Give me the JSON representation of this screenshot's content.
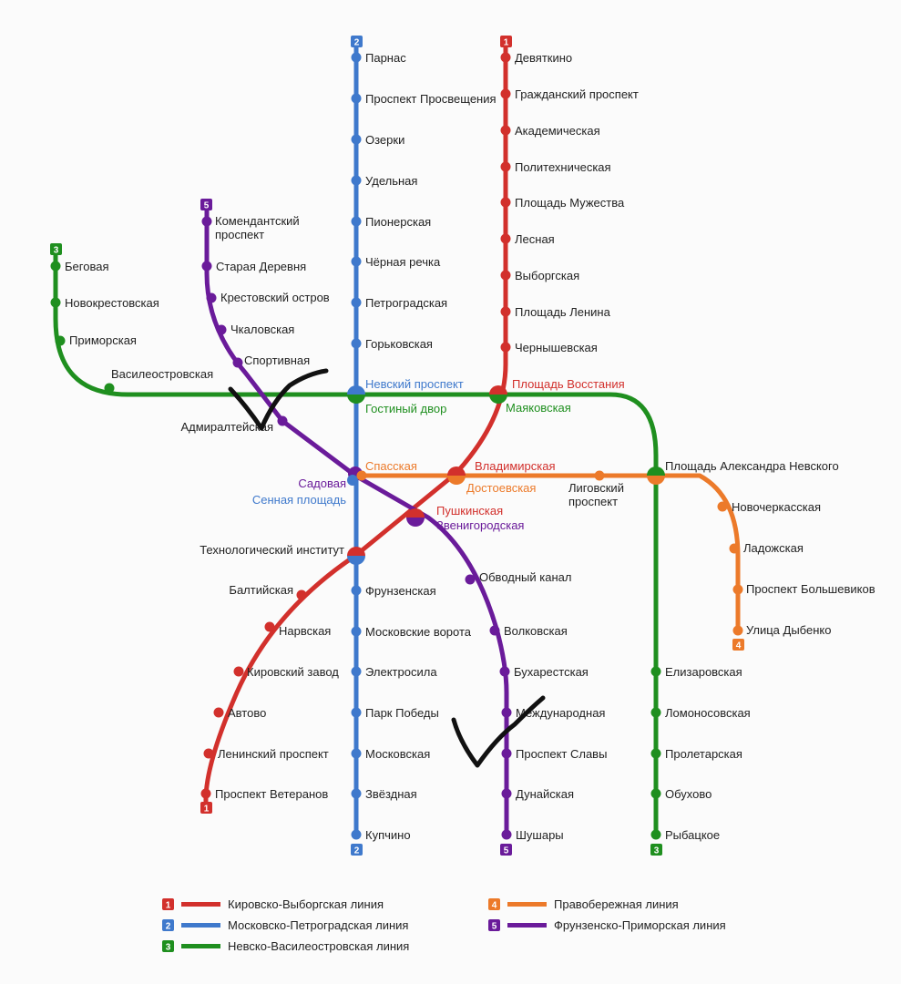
{
  "colors": {
    "line1": "#d2302c",
    "line2": "#3f79cc",
    "line3": "#1f8f1f",
    "line4": "#ec7a2a",
    "line5": "#6a1b9a"
  },
  "line_numbers": {
    "l1": "1",
    "l2": "2",
    "l3": "3",
    "l4": "4",
    "l5": "5"
  },
  "stations": {
    "parnas": "Парнас",
    "prosp_prosv": "Проспект Просвещения",
    "ozerki": "Озерки",
    "udelnaya": "Удельная",
    "pionerskaya": "Пионерская",
    "chernaya_rechka": "Чёрная речка",
    "petrogradskaya": "Петроградская",
    "gorkovskaya": "Горьковская",
    "nevsky": "Невский проспект",
    "gostiny": "Гостиный двор",
    "spasskaya": "Спасская",
    "sadovaya": "Садовая",
    "sennaya": "Сенная площадь",
    "tech_inst": "Технологический институт",
    "frunzenskaya": "Фрунзенская",
    "mosk_vorota": "Московские ворота",
    "elektrosila": "Электросила",
    "park_pobedy": "Парк Победы",
    "moskovskaya": "Московская",
    "zvezdnaya": "Звёздная",
    "kupchino": "Купчино",
    "devyatkino": "Девяткино",
    "grazhd": "Гражданский проспект",
    "akadem": "Академическая",
    "politekh": "Политехническая",
    "pl_muzh": "Площадь Мужества",
    "lesnaya": "Лесная",
    "vyborgskaya": "Выборгская",
    "pl_lenina": "Площадь Ленина",
    "chernysh": "Чернышевская",
    "pl_vosst": "Площадь Восстания",
    "mayakovskaya": "Маяковская",
    "vladimirskaya": "Владимирская",
    "dostoevskaya": "Достоевская",
    "pushkinskaya": "Пушкинская",
    "zvenigorodskaya": "Звенигородская",
    "baltiyskaya": "Балтийская",
    "narvskaya": "Нарвская",
    "kirov_zavod": "Кировский завод",
    "avtovo": "Автово",
    "leninsky": "Ленинский проспект",
    "vet": "Проспект Ветеранов",
    "komend_1": "Комендантский",
    "komend_2": "проспект",
    "staraya_derevnya": "Старая Деревня",
    "krestovsky": "Крестовский остров",
    "chkalovskaya": "Чкаловская",
    "sportivnaya": "Спортивная",
    "admiralteyskaya": "Адмиралтейская",
    "obvodny": "Обводный канал",
    "volkovskaya": "Волковская",
    "bukharestskaya": "Бухарестская",
    "mezhdunarodnaya": "Международная",
    "prosp_slavy": "Проспект Славы",
    "dunayskaya": "Дунайская",
    "shushary": "Шушары",
    "begovaya": "Беговая",
    "novokrestovskaya": "Новокрестовская",
    "primorskaya": "Приморская",
    "vasileostrovskaya": "Василеостровская",
    "pl_al_nevsk": "Площадь Александра Невского",
    "elizarovskaya": "Елизаровская",
    "lomonosovskaya": "Ломоносовская",
    "proletarskaya": "Пролетарская",
    "obukhovo": "Обухово",
    "rybatskoe": "Рыбацкое",
    "ligovsky_1": "Лиговский",
    "ligovsky_2": "проспект",
    "novocherkasskaya": "Новочеркасская",
    "ladozhskaya": "Ладожская",
    "prosp_bolsh": "Проспект Большевиков",
    "ul_dybenko": "Улица Дыбенко"
  },
  "legend": {
    "l1": "Кировско-Выборгская линия",
    "l2": "Московско-Петроградская линия",
    "l3": "Невско-Василеостровская линия",
    "l4": "Правобережная линия",
    "l5": "Фрунзенско-Приморская линия"
  }
}
